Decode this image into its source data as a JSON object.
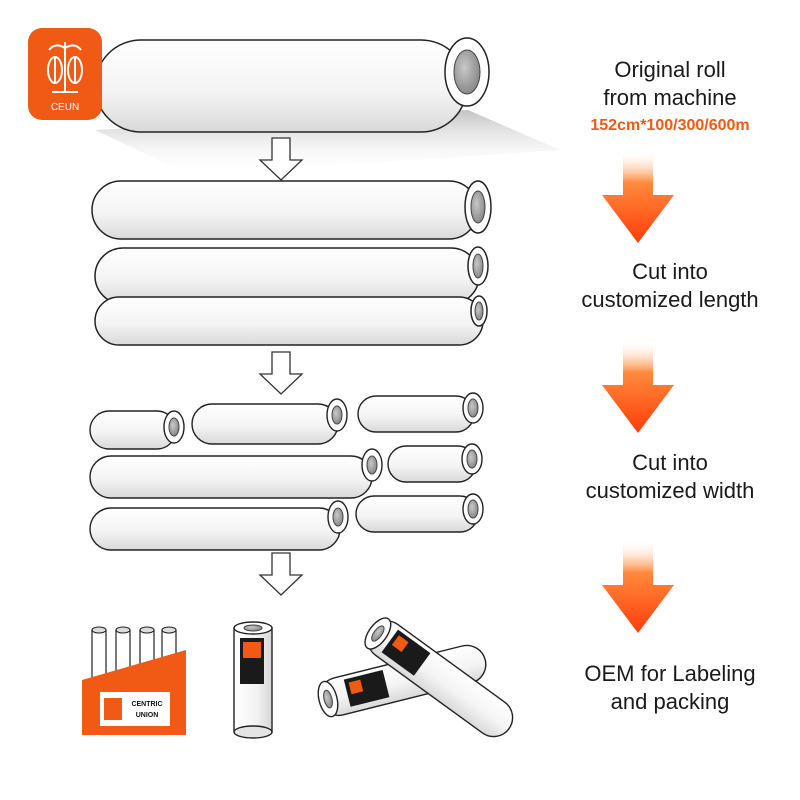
{
  "brand": {
    "logo_text": "CEUN",
    "accent_color": "#f05a14",
    "label_line1": "CENTRIC",
    "label_line2": "UNION"
  },
  "steps": [
    {
      "line1": "Original roll",
      "line2": "from machine",
      "spec": "152cm*100/300/600m"
    },
    {
      "line1": "Cut into",
      "line2": "customized length"
    },
    {
      "line1": "Cut into",
      "line2": "customized width"
    },
    {
      "line1": "OEM for Labeling",
      "line2": "and packing"
    }
  ],
  "icons": {
    "step_arrow": "orange-down-arrow-icon",
    "flow_arrow": "outline-down-arrow-icon",
    "logo": "plant-logo-icon"
  }
}
